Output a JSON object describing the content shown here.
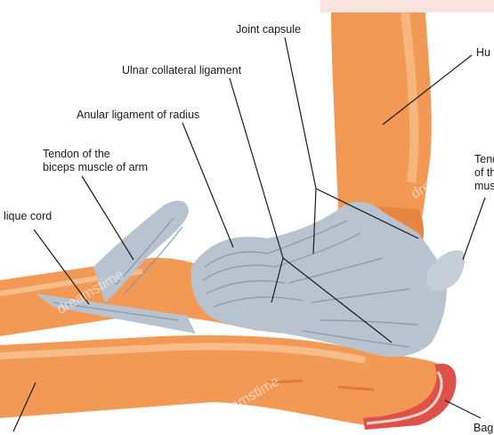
{
  "labels": {
    "joint_capsule": "Joint capsule",
    "ulnar_collateral": "Ulnar collateral ligament",
    "anular_ligament": "Anular ligament of radius",
    "biceps_tendon_l1": "Tendon of the",
    "biceps_tendon_l2": "biceps muscle of arm",
    "oblique_cord": "lique cord",
    "humerus": "Hu",
    "tendon_right_l1": "Tend",
    "tendon_right_l2": "of th",
    "tendon_right_l3": "mus",
    "bag": "Bag"
  },
  "watermark": "dreamstime",
  "colors": {
    "bone": "#f29a55",
    "bone_dark": "#e07a36",
    "bone_light": "#f7bd88",
    "ligament": "#b9c3cf",
    "ligament_dark": "#8593a3",
    "bursa": "#e0504a",
    "background": "#ffffff"
  }
}
